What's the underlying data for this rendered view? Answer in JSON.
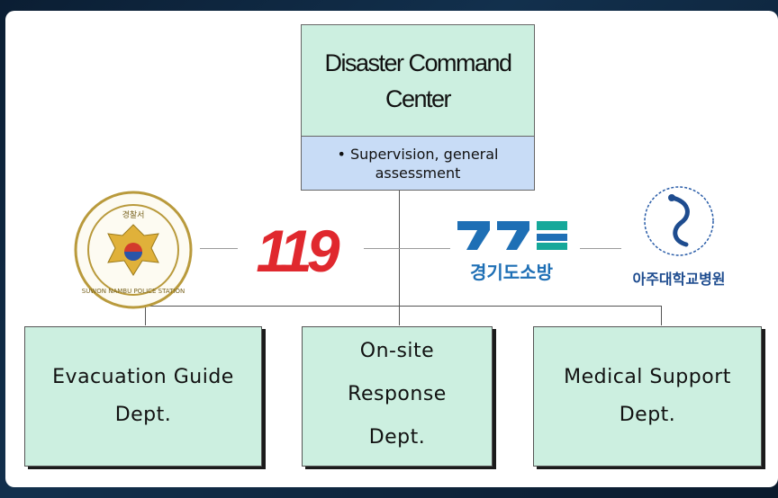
{
  "command": {
    "title_line1": "Disaster Command",
    "title_line2": "Center",
    "sub_line1": "• Supervision, general",
    "sub_line2": "assessment"
  },
  "departments": [
    {
      "line1": "Evacuation Guide",
      "line2": "Dept."
    },
    {
      "line1": "On-site",
      "line2": "Response",
      "line3": "Dept."
    },
    {
      "line1": "Medical Support",
      "line2": "Dept."
    }
  ],
  "logos": {
    "police": {
      "icon": "police-station-seal",
      "ring_text": "SUWON NAMBU POLICE STATION"
    },
    "fire": {
      "text": "119",
      "color": "#e0282e"
    },
    "gyeonggi": {
      "text": "경기도소방",
      "color": "#1e6fb5",
      "accent": "#16a89a"
    },
    "hospital": {
      "text": "아주대학교병원",
      "icon": "hospital-emblem",
      "color": "#1e4c8f"
    }
  }
}
